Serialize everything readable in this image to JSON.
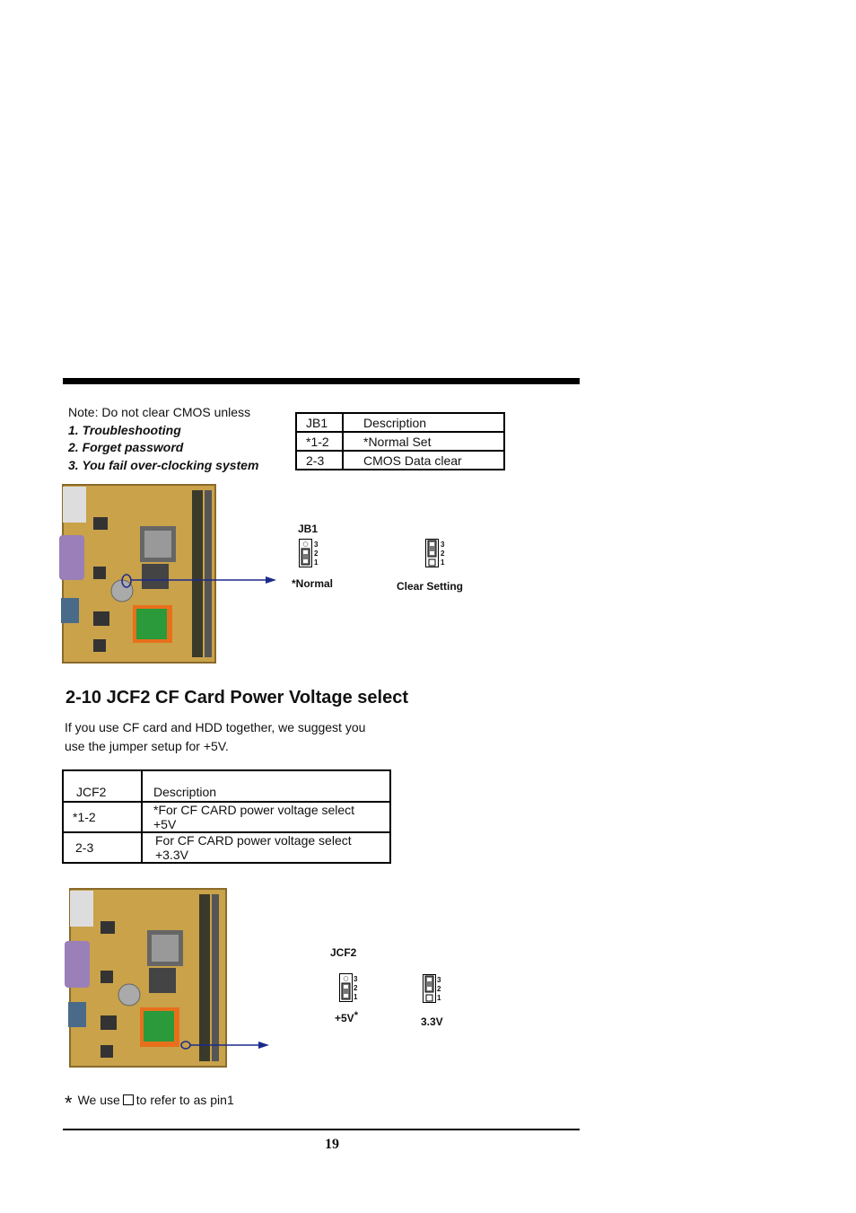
{
  "note": {
    "intro": "Note: Do not clear CMOS unless",
    "items": [
      "1. Troubleshooting",
      "2. Forget password",
      "3. You fail over-clocking system"
    ]
  },
  "jb1_table": {
    "header": [
      "JB1",
      "Description"
    ],
    "rows": [
      [
        "*1-2",
        "*Normal Set"
      ],
      [
        "2-3",
        "CMOS Data clear"
      ]
    ]
  },
  "jb1_diagram": {
    "title": "JB1",
    "pins": [
      "3",
      "2",
      "1"
    ],
    "normal_label": "Normal",
    "normal_star": "*",
    "clear_label": "Clear Setting"
  },
  "section": {
    "title": "2-10 JCF2 CF Card Power Voltage select",
    "paragraph_line1": "If you use CF card and HDD together, we suggest you",
    "paragraph_line2": "use the jumper setup for +5V."
  },
  "jcf2_table": {
    "header": [
      "JCF2",
      "Description"
    ],
    "rows": [
      [
        "*1-2",
        "*For CF CARD power voltage select +5V"
      ],
      [
        "2-3",
        "For CF CARD power voltage select +3.3V"
      ]
    ]
  },
  "jcf2_diagram": {
    "title": "JCF2",
    "pins": [
      "3",
      "2",
      "1"
    ],
    "label_5v": "+5V",
    "star": "*",
    "label_33v": "3.3V"
  },
  "footnote": {
    "star": "*",
    "text_before": "We use",
    "text_after": "to refer to as pin1"
  },
  "page_number": "19",
  "colors": {
    "arrow": "#1c2a8c",
    "board": "#c9a24a",
    "pcb_dark": "#3a3a2a"
  }
}
